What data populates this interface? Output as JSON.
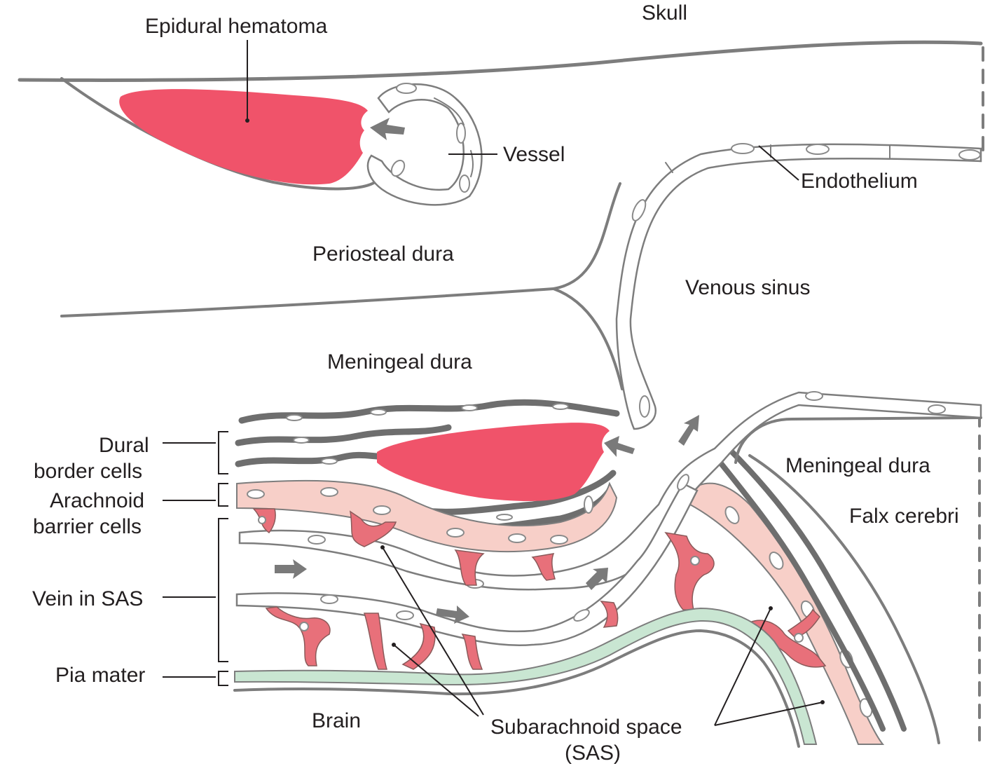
{
  "labels": {
    "skull": "Skull",
    "epidural_hematoma": "Epidural hematoma",
    "vessel": "Vessel",
    "endothelium": "Endothelium",
    "periosteal_dura": "Periosteal dura",
    "venous_sinus": "Venous sinus",
    "meningeal_dura_top": "Meningeal dura",
    "meningeal_dura_right": "Meningeal dura",
    "falx_cerebri": "Falx cerebri",
    "dural_border_cells_1": "Dural",
    "dural_border_cells_2": "border cells",
    "arachnoid_barrier_cells_1": "Arachnoid",
    "arachnoid_barrier_cells_2": "barrier cells",
    "vein_in_sas": "Vein in SAS",
    "pia_mater": "Pia mater",
    "brain": "Brain",
    "subarachnoid_space_1": "Subarachnoid space",
    "subarachnoid_space_2": "(SAS)"
  },
  "colors": {
    "hematoma": "#f0536a",
    "arachnoid": "#f7cfc8",
    "trabeculae": "#e8707a",
    "pia": "#c9e6d2",
    "dural_border": "#6e6e6e",
    "outline": "#7d7d7d"
  }
}
